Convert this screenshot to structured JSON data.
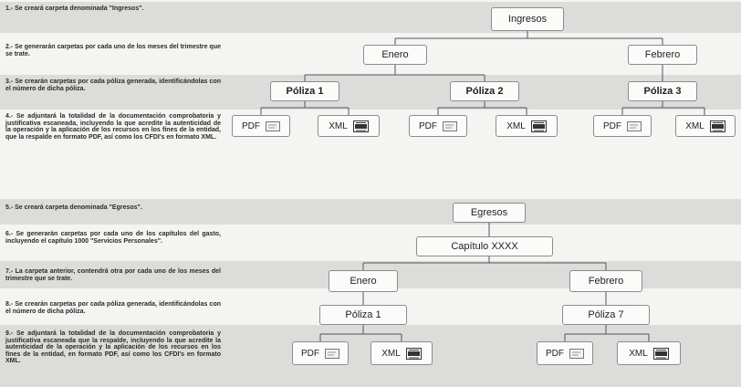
{
  "steps": {
    "s1": "1.- Se creará carpeta denominada \"Ingresos\".",
    "s2": "2.- Se generarán carpetas por cada uno de los meses del trimestre que se trate.",
    "s3": "3.- Se crearán carpetas por cada póliza generada, identificándolas con el número de dicha póliza.",
    "s4": "4.- Se adjuntará la totalidad de la documentación comprobatoria y justificativa escaneada, incluyendo la que acredite la autenticidad de la operación y la aplicación de los recursos en los fines de la entidad, que la respalde en formato PDF, así como los CFDI's en formato XML.",
    "s5": "5.- Se creará carpeta denominada \"Egresos\".",
    "s6": "6.- Se generarán carpetas por cada uno de los capítulos del gasto, incluyendo el capítulo 1000 \"Servicios Personales\".",
    "s7": "7.- La carpeta anterior, contendrá otra por cada uno de los meses del trimestre que se trate.",
    "s8": "8.- Se crearán carpetas por cada póliza generada, identificándolas con el número de dicha póliza.",
    "s9": "9.- Se adjuntará la totalidad de la documentación comprobatoria y justificativa escaneada que la respalde, incluyendo la que acredite la autenticidad de la operación y la aplicación de los recursos en los fines de la entidad, en formato PDF, así como los CFDI's en formato XML."
  },
  "ingresos": {
    "root": "Ingresos",
    "month_a": "Enero",
    "month_b": "Febrero",
    "poliza_1": "Póliza 1",
    "poliza_2": "Póliza 2",
    "poliza_3": "Póliza 3",
    "pdf": "PDF",
    "xml": "XML"
  },
  "egresos": {
    "root": "Egresos",
    "chapter": "Capítulo XXXX",
    "month_a": "Enero",
    "month_b": "Febrero",
    "poliza_1": "Póliza 1",
    "poliza_7": "Póliza 7",
    "pdf": "PDF",
    "xml": "XML"
  },
  "colors": {
    "line": "#555555",
    "box_border": "#8c8c8c",
    "band": "#dcdcda"
  }
}
